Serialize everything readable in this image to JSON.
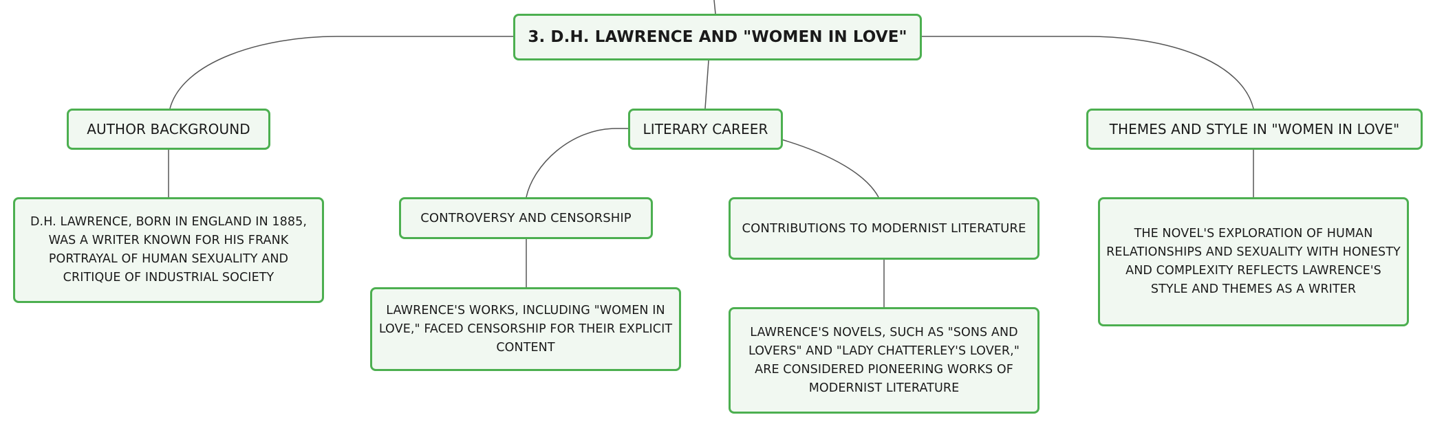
{
  "diagram": {
    "root": "3. D.H. LAWRENCE AND \"WOMEN IN LOVE\"",
    "author_background": {
      "label": "AUTHOR BACKGROUND",
      "detail": "D.H. LAWRENCE, BORN IN ENGLAND IN 1885, WAS A WRITER KNOWN FOR HIS FRANK PORTRAYAL OF HUMAN SEXUALITY AND CRITIQUE OF INDUSTRIAL SOCIETY"
    },
    "literary_career": {
      "label": "LITERARY CAREER",
      "controversy": {
        "label": "CONTROVERSY AND CENSORSHIP",
        "detail": "LAWRENCE'S WORKS, INCLUDING \"WOMEN IN LOVE,\" FACED CENSORSHIP FOR THEIR EXPLICIT CONTENT"
      },
      "contributions": {
        "label": "CONTRIBUTIONS TO MODERNIST LITERATURE",
        "detail": "LAWRENCE'S NOVELS, SUCH AS \"SONS AND LOVERS\" AND \"LADY CHATTERLEY'S LOVER,\" ARE CONSIDERED PIONEERING WORKS OF MODERNIST LITERATURE"
      }
    },
    "themes_style": {
      "label": "THEMES AND STYLE IN \"WOMEN IN LOVE\"",
      "detail": "THE NOVEL'S EXPLORATION OF HUMAN RELATIONSHIPS AND SEXUALITY WITH HONESTY AND COMPLEXITY REFLECTS LAWRENCE'S STYLE AND THEMES AS A WRITER"
    }
  },
  "colors": {
    "node_border": "#4caf50",
    "node_fill": "#f1f8f1",
    "connector": "#555555"
  }
}
